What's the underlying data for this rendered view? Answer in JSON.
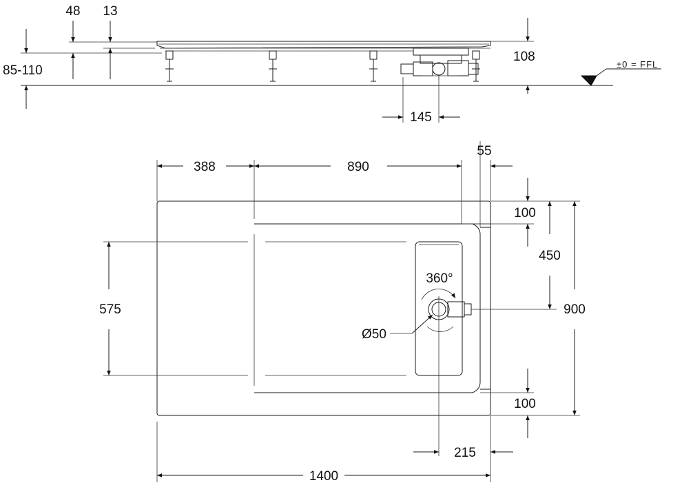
{
  "section_view": {
    "dims": {
      "top_48": "48",
      "top_13": "13",
      "height_adjust": "85-110",
      "height_108": "108",
      "drain_offset": "145"
    },
    "floor_level_label": "±0 = FFL"
  },
  "plan_view": {
    "dims": {
      "left_388": "388",
      "middle_890": "890",
      "right_55": "55",
      "top_100": "100",
      "drain_450": "450",
      "total_900": "900",
      "inner_575": "575",
      "rotation": "360°",
      "diameter": "Ø50",
      "bottom_100": "100",
      "drain_215": "215",
      "total_1400": "1400"
    }
  }
}
